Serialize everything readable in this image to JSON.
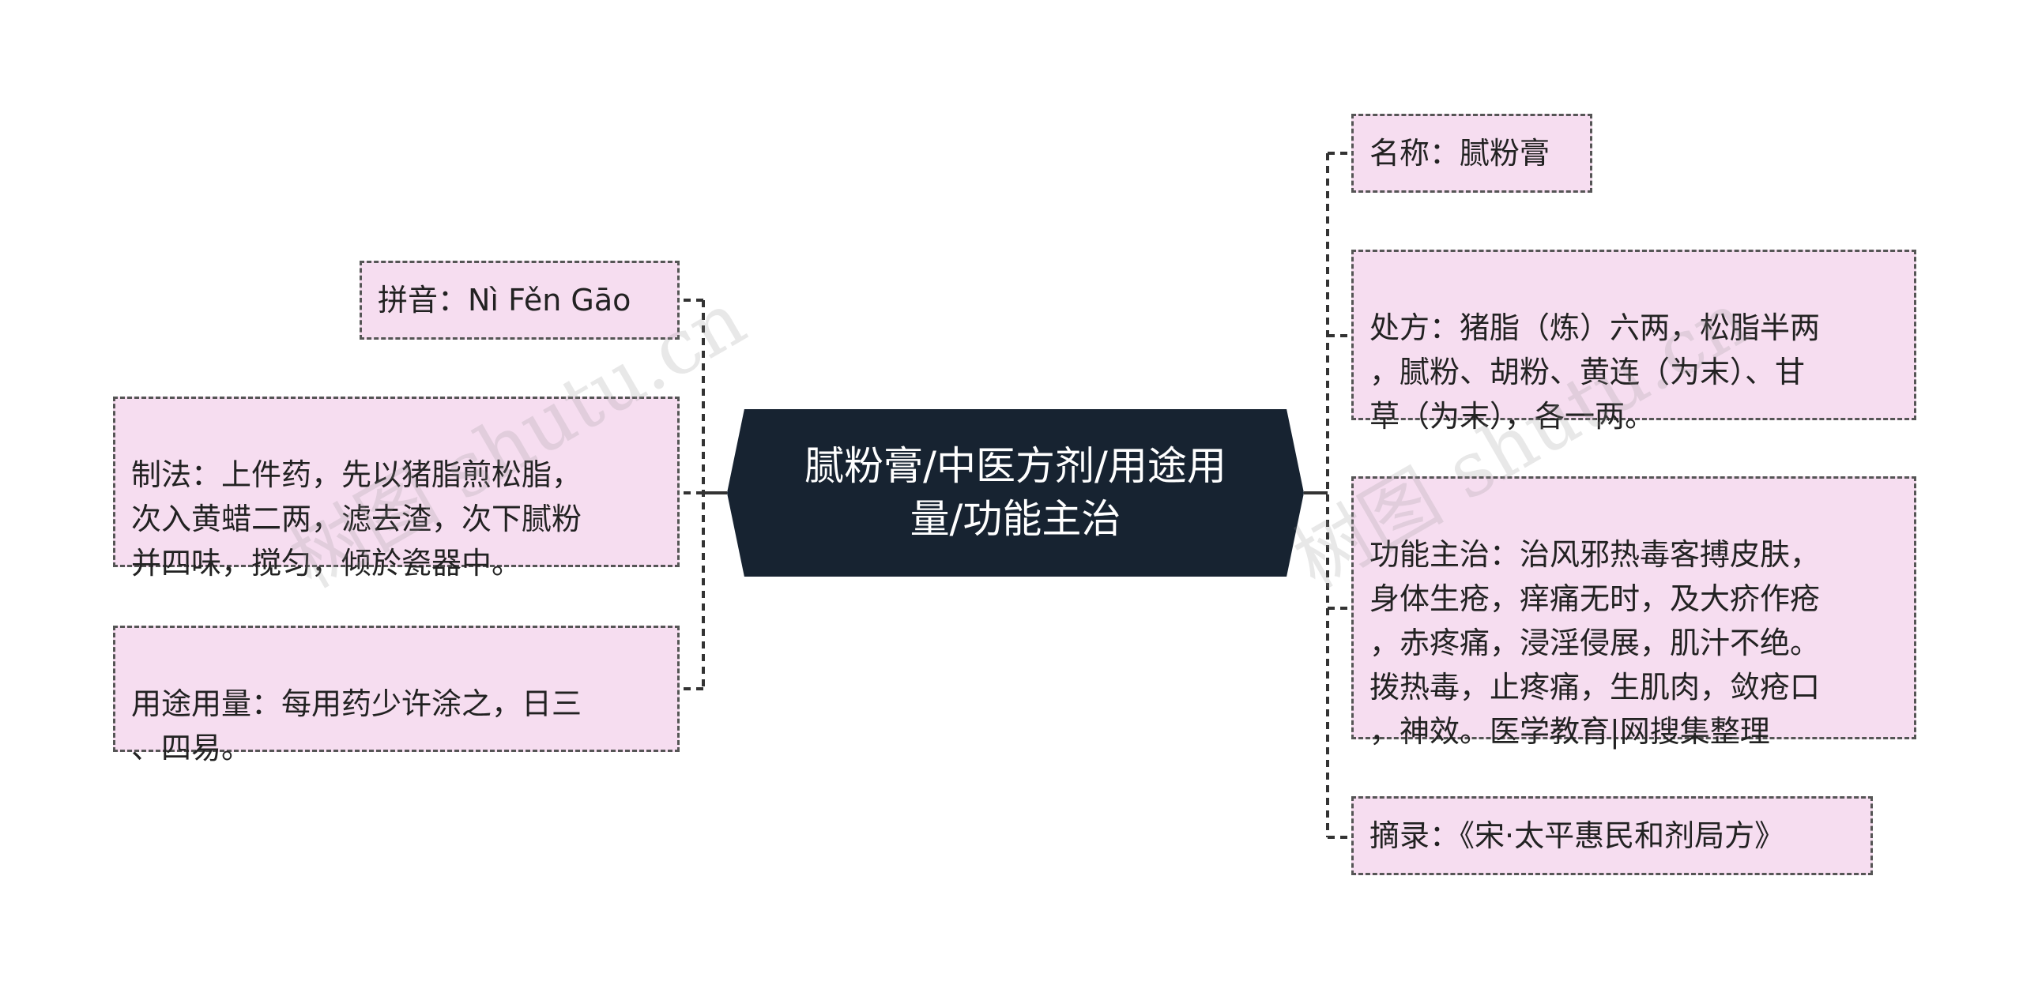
{
  "center": {
    "title": "腻粉膏/中医方剂/用途用量/功能主治"
  },
  "left_topics": [
    {
      "text": "拼音：Nì Fěn Gāo"
    },
    {
      "text": "制法：上件药，先以猪脂煎松脂，\n次入黄蜡二两，滤去渣，次下腻粉\n并四味，搅匀，倾於瓷器中。"
    },
    {
      "text": "用途用量：每用药少许涂之，日三\n、四易。"
    }
  ],
  "right_topics": [
    {
      "text": "名称：腻粉膏"
    },
    {
      "text": "处方：猪脂（炼）六两，松脂半两\n，腻粉、胡粉、黄连（为末）、甘\n草（为末），各一两。"
    },
    {
      "text": "功能主治：治风邪热毒客搏皮肤，\n身体生疮，痒痛无时，及大疥作疮\n，赤疼痛，浸淫侵展，肌汁不绝。\n拨热毒，止疼痛，生肌肉，敛疮口\n，神效。医学教育|网搜集整理"
    },
    {
      "text": "摘录：《宋·太平惠民和剂局方》"
    }
  ],
  "watermarks": [
    "树图 shutu.cn",
    "树图 shutu.cn"
  ],
  "colors": {
    "center_bg": "#172331",
    "topic_bg": "#f6ddf0",
    "border": "#555555"
  }
}
